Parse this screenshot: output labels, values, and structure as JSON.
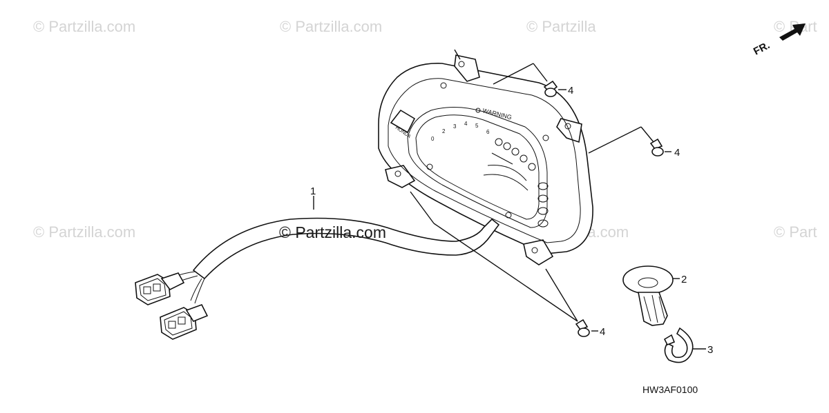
{
  "watermark": {
    "faint_text": "© Partzilla.com",
    "faint_text_cut": "© Partzilla",
    "faint_text_cut2": "© Part",
    "main_text": "© Partzilla.com"
  },
  "direction_label": "FR.",
  "diagram_code": "HW3AF0100",
  "callouts": {
    "c1": "1",
    "c2": "2",
    "c3": "3",
    "c4a": "4",
    "c4b": "4",
    "c4c": "4"
  },
  "meter": {
    "warning_label": "WARNING"
  }
}
